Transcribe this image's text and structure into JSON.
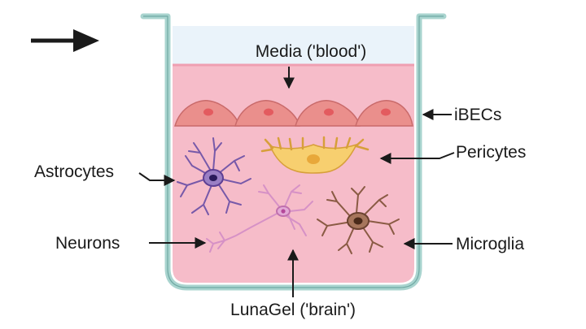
{
  "labels": {
    "media": "Media ('blood')",
    "ibecs": "iBECs",
    "pericytes": "Pericytes",
    "astrocytes": "Astrocytes",
    "neurons": "Neurons",
    "microglia": "Microglia",
    "lunagel": "LunaGel ('brain')"
  },
  "colors": {
    "well_wall": "#a9d4cf",
    "media": "#eaf3fa",
    "gel": "#f6bcc9",
    "endothelial": "#ea8f8c",
    "endothelial_nucleus": "#e35b5f",
    "pericyte": "#f7cf6f",
    "astrocyte": "#7759a9",
    "neuron": "#d691c6",
    "microglia": "#8a5b44"
  }
}
